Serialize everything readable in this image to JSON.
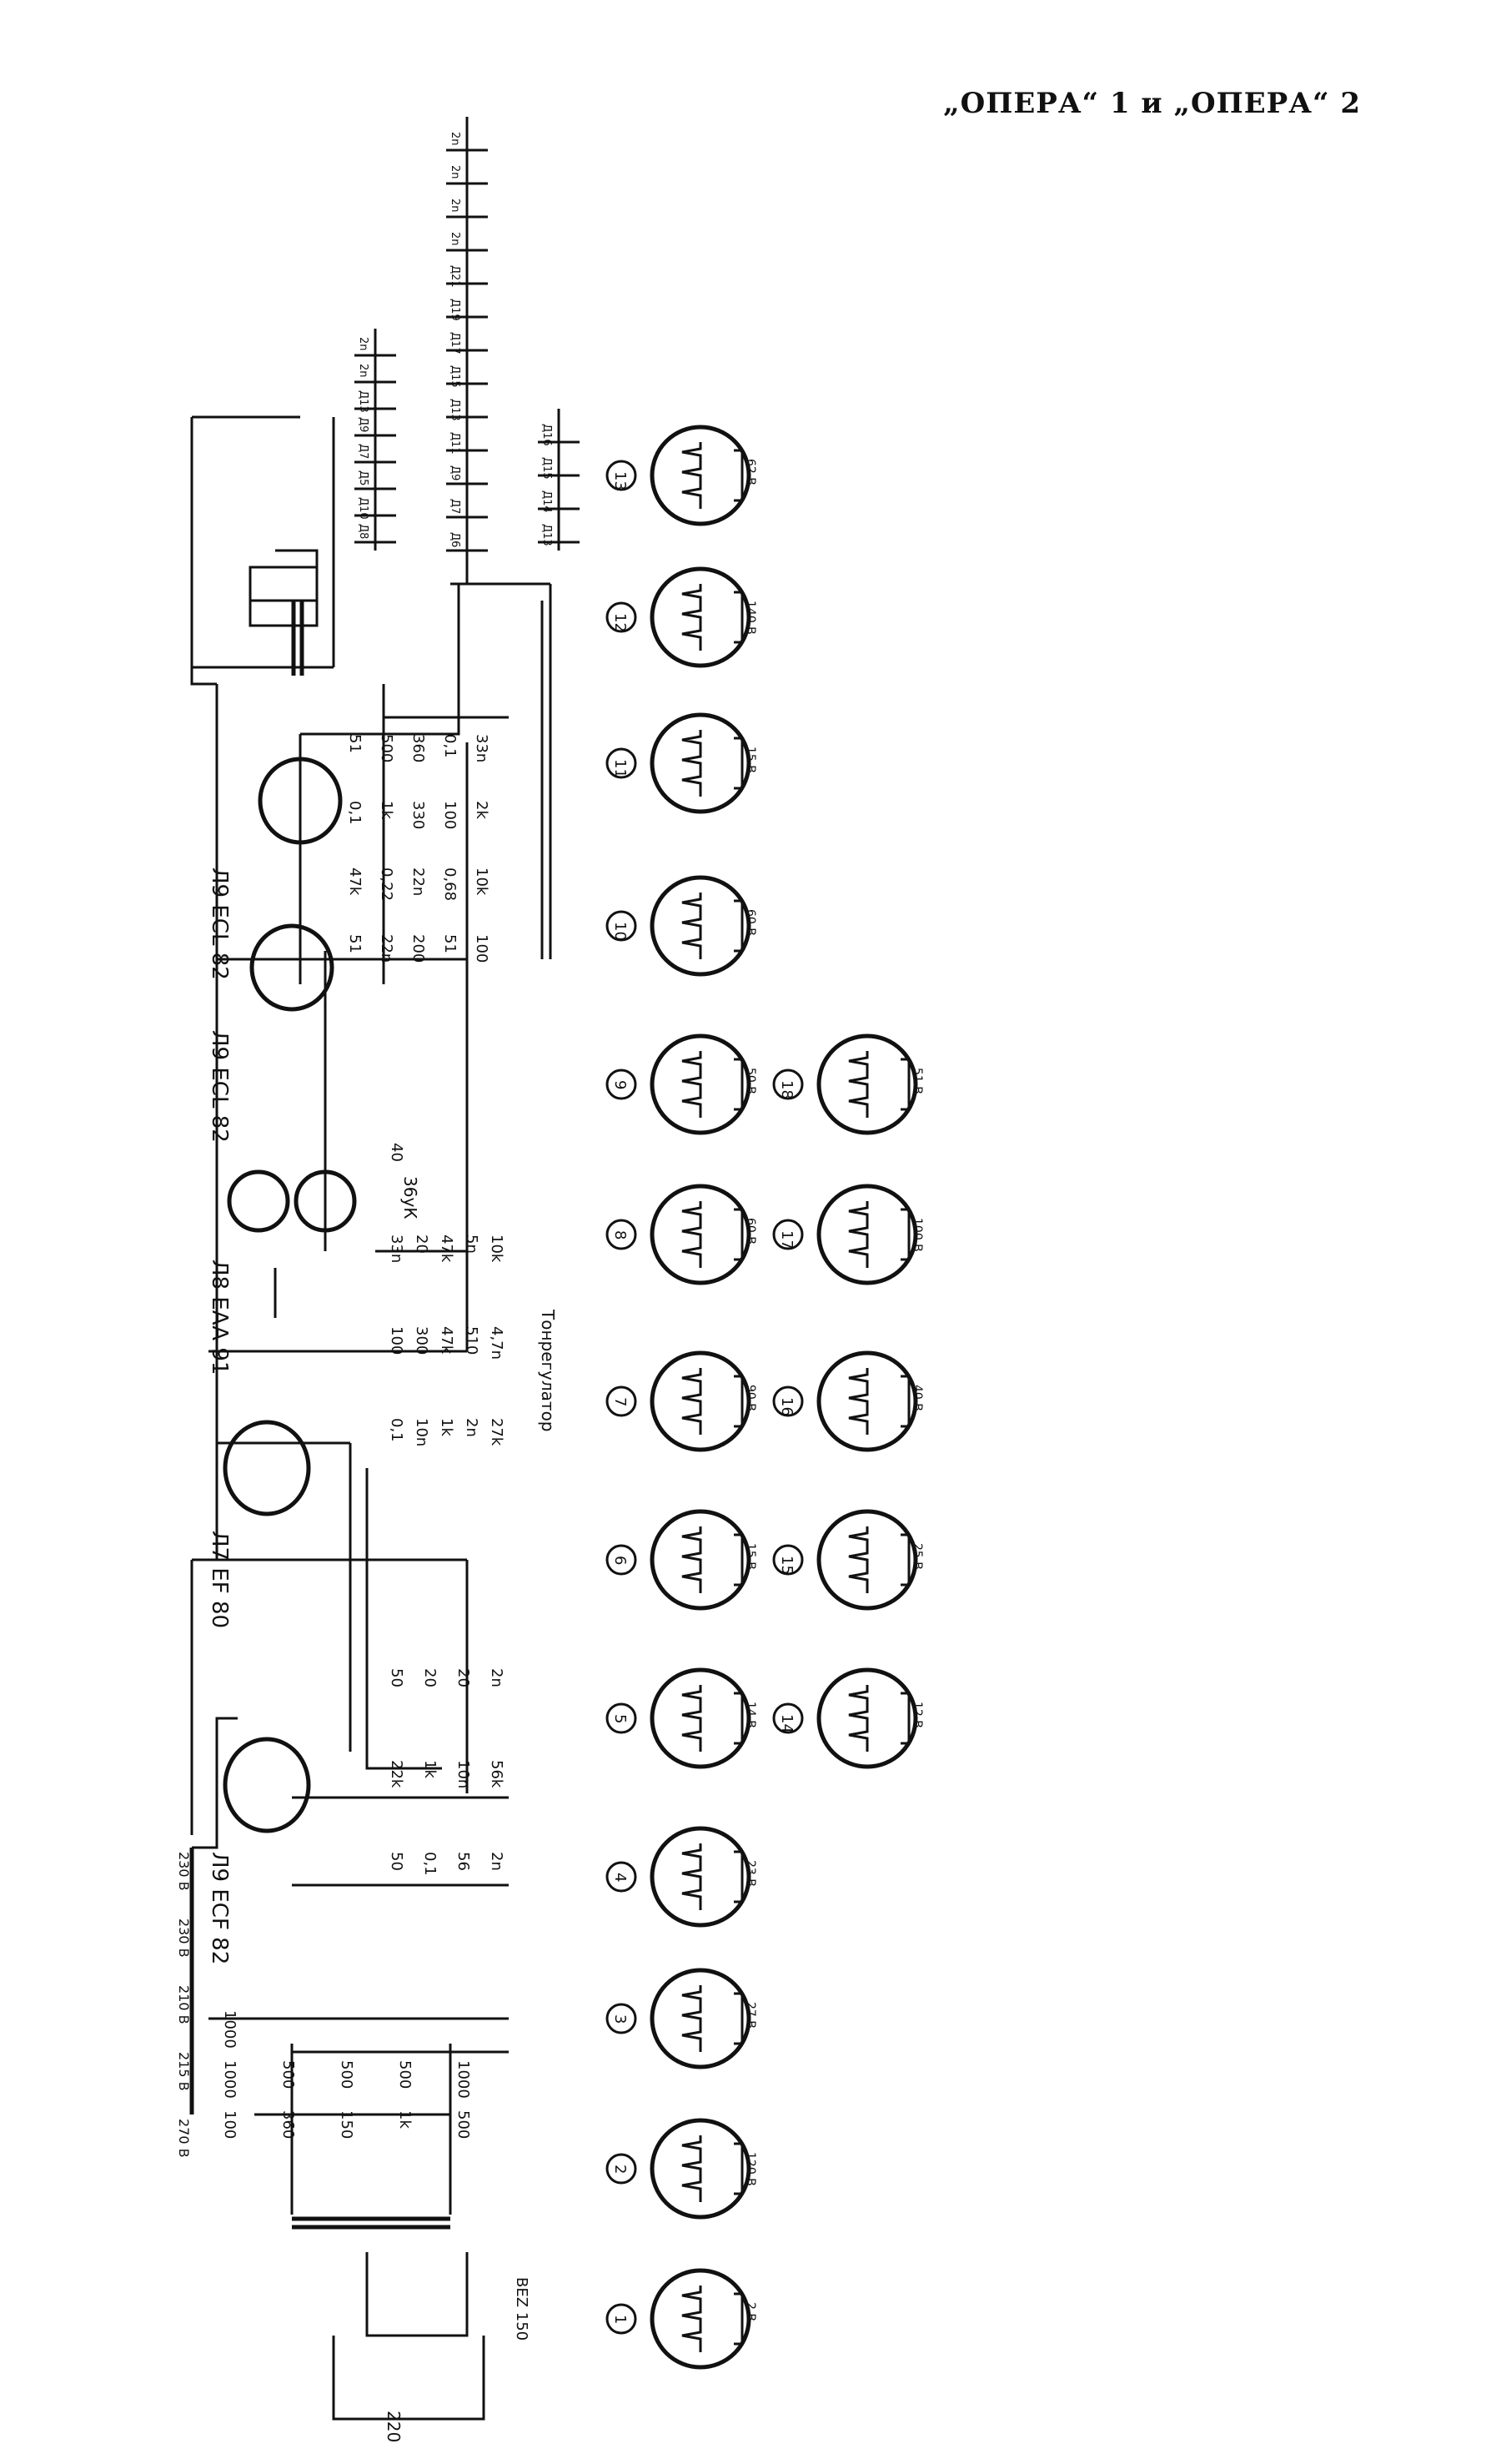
{
  "page": {
    "title": "„ОПЕРА“ 1 и „ОПЕРА“ 2"
  },
  "tubes": [
    {
      "id": "tube-ecf82",
      "label": "Л9 ECF 82"
    },
    {
      "id": "tube-ef80",
      "label": "Л7 EF 80"
    },
    {
      "id": "tube-eaa91",
      "label": "Л8 EAA 91"
    },
    {
      "id": "tube-ecl82-a",
      "label": "Л9 ECL 82"
    },
    {
      "id": "tube-ecl82-b",
      "label": "Л9 ECL 82"
    }
  ],
  "power": {
    "mains": "220",
    "rectifier_label": "BЕZ 150",
    "voltages": [
      "270 В",
      "215 В",
      "210 В",
      "230 В",
      "230 В"
    ]
  },
  "components": {
    "supply": [
      "100",
      "360",
      "150",
      "1k",
      "500",
      "1000",
      "500",
      "500",
      "500",
      "1000",
      "1000"
    ],
    "if_stage": [
      "50",
      "0,1",
      "56",
      "2n",
      "22k",
      "1k",
      "10n",
      "56k",
      "50",
      "20",
      "20",
      "2n"
    ],
    "detector": [
      "0,1",
      "10n",
      "1k",
      "2n",
      "27k",
      "100",
      "300",
      "47k",
      "510",
      "4,7n",
      "33n",
      "20",
      "47k",
      "5n",
      "10k",
      "40"
    ],
    "audio": [
      "51",
      "22n",
      "200",
      "51",
      "100",
      "47k",
      "0,22",
      "22n",
      "0,68",
      "10k",
      "0,1",
      "1k",
      "330",
      "100",
      "2k",
      "51",
      "500",
      "360",
      "0,1",
      "33n"
    ]
  },
  "annotations": {
    "tone": "Тонрегулатор",
    "volume": "36уК"
  },
  "waveforms": [
    {
      "n": "1",
      "scale": "2 В"
    },
    {
      "n": "2",
      "scale": "120 В"
    },
    {
      "n": "3",
      "scale": "27 В"
    },
    {
      "n": "4",
      "scale": "23 В"
    },
    {
      "n": "5",
      "scale": "14 В"
    },
    {
      "n": "6",
      "scale": "15 В"
    },
    {
      "n": "7",
      "scale": "90 В"
    },
    {
      "n": "8",
      "scale": "60 В"
    },
    {
      "n": "9",
      "scale": "50 В"
    },
    {
      "n": "10",
      "scale": "60 В"
    },
    {
      "n": "11",
      "scale": "15 В"
    },
    {
      "n": "12",
      "scale": "140 В"
    },
    {
      "n": "13",
      "scale": "62 В"
    },
    {
      "n": "14",
      "scale": "12 В"
    },
    {
      "n": "15",
      "scale": "25 В"
    },
    {
      "n": "16",
      "scale": "40 В"
    },
    {
      "n": "17",
      "scale": "100 В"
    },
    {
      "n": "18",
      "scale": "51 В"
    }
  ],
  "switch_bank": {
    "row1": [
      "Д8",
      "Д10",
      "Д5",
      "Д7",
      "Д9",
      "Д13",
      "2n",
      "2n"
    ],
    "row2": [
      "Д6",
      "Д7",
      "Д9",
      "Д11",
      "Д13",
      "Д15",
      "Д17",
      "Д19",
      "Д21",
      "2n",
      "2n",
      "2n",
      "2n"
    ],
    "row3": [
      "Д13",
      "Д14",
      "Д15",
      "Д16"
    ]
  }
}
